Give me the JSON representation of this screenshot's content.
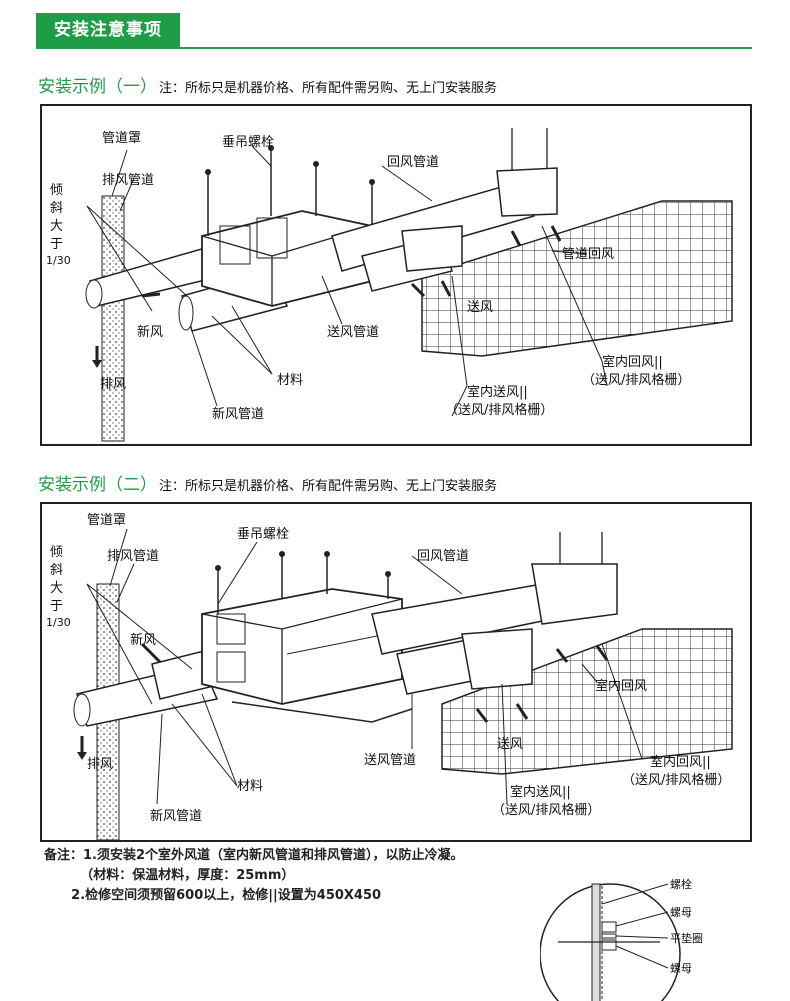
{
  "header": {
    "title": "安装注意事项",
    "accent": "#1f9c48"
  },
  "section1": {
    "title": "安装示例（一）",
    "note": "注：所标只是机器价格、所有配件需另购、无上门安装服务",
    "labels": {
      "duct_cover": "管道罩",
      "exhaust_duct": "排风管道",
      "tilt1": "倾",
      "tilt2": "斜",
      "tilt3": "大",
      "tilt4": "于",
      "tilt5": "1/30",
      "hanger": "垂吊螺栓",
      "return_duct": "回风管道",
      "duct_return": "管道回风",
      "supply_air": "送风",
      "fresh_air": "新风",
      "exhaust": "排风",
      "supply_duct": "送风管道",
      "material": "材料",
      "fresh_duct": "新风管道",
      "indoor_return": "室内回风||",
      "indoor_return_grille": "（送风/排风格栅）",
      "indoor_supply": "室内送风||",
      "indoor_supply_grille": "（送风/排风格栅）"
    }
  },
  "section2": {
    "title": "安装示例（二）",
    "note": "注：所标只是机器价格、所有配件需另购、无上门安装服务",
    "labels": {
      "duct_cover": "管道罩",
      "exhaust_duct": "排风管道",
      "tilt1": "倾",
      "tilt2": "斜",
      "tilt3": "大",
      "tilt4": "于",
      "tilt5": "1/30",
      "hanger": "垂吊螺栓",
      "return_duct": "回风管道",
      "fresh_air": "新风",
      "indoor_return_air": "室内回风",
      "supply_air": "送风",
      "exhaust": "排风",
      "supply_duct": "送风管道",
      "material": "材料",
      "fresh_duct": "新风管道",
      "indoor_return": "室内回风||",
      "indoor_return_grille": "（送风/排风格栅）",
      "indoor_supply": "室内送风||",
      "indoor_supply_grille": "（送风/排风格栅）"
    }
  },
  "notes": {
    "line1": "备注：1.须安装2个室外风道（室内新风管道和排风管道），以防止冷凝。",
    "line2": "        （材料：保温材料，厚度：25mm）",
    "line3": "      2.检修空间须预留600以上，检修||设置为450X450"
  },
  "bolt_detail": {
    "bolt": "螺栓",
    "nut1": "螺母",
    "washer": "平垫圈",
    "nut2": "螺母"
  }
}
